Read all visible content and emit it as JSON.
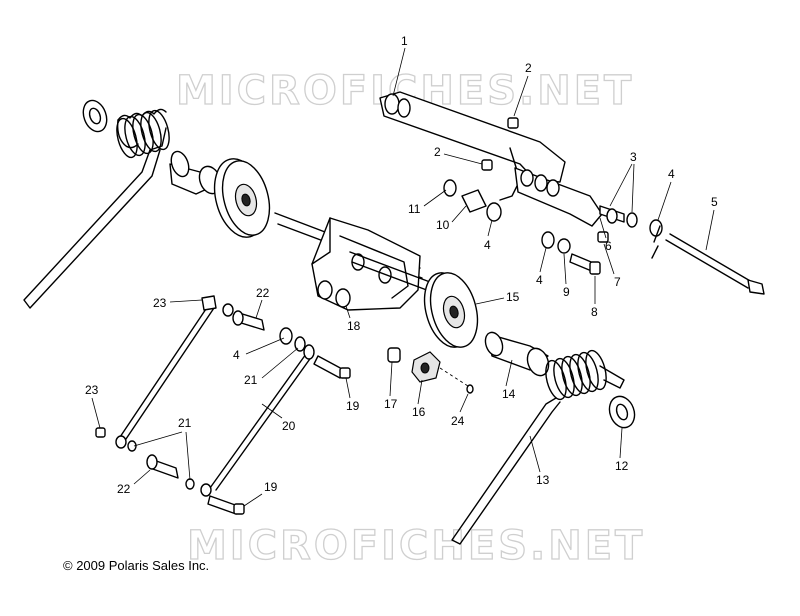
{
  "watermarks": [
    "MICROFICHES.NET",
    "MICROFICHES.NET"
  ],
  "copyright": "© 2009 Polaris Sales Inc.",
  "callouts": [
    "1",
    "2",
    "2",
    "3",
    "4",
    "5",
    "11",
    "10",
    "4",
    "4",
    "9",
    "6",
    "7",
    "8",
    "22",
    "23",
    "18",
    "15",
    "4",
    "21",
    "17",
    "16",
    "14",
    "19",
    "20",
    "24",
    "23",
    "21",
    "22",
    "19",
    "13",
    "12"
  ]
}
